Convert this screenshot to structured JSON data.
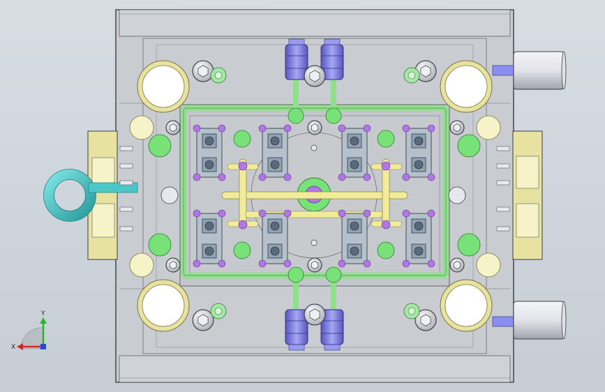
{
  "viewport": {
    "background_top": "#d7dde3",
    "background_bottom": "#c6cdd5"
  },
  "colors": {
    "plate": "#c9ccd0",
    "plate_edge": "#3a3d42",
    "cooling_channel": "#8ee08a",
    "ejector_yellow": "#f2ec9a",
    "ejector_pin_purple": "#b277e6",
    "fitting_blue": "#7f7fe6",
    "bushing_cream": "#f7f3c8",
    "bushing_yellow": "#e7e2a0",
    "green_boss": "#78e278",
    "lifting_ring_cyan": "#4bc7c7",
    "cylinder_grey": "#e2e4ea",
    "center_disc": "#c8cacd",
    "axis_x": "#d22a2a",
    "axis_y": "#2ab42a",
    "axis_z": "#2a4ad2"
  },
  "triad": {
    "x_label": "X",
    "y_label": "Y"
  },
  "components": {
    "lifting_ring": "lifting-ring",
    "hose_fittings": "cooling-hose-fitting",
    "socket_head_screws": "socket-head-cap-screw",
    "guide_bushings": "guide-pin-bushing",
    "cavity_inserts": "cavity-insert",
    "ejector_pins": "ejector-pin",
    "side_cylinders": "side-cylinder",
    "sprue": "sprue-bushing"
  }
}
